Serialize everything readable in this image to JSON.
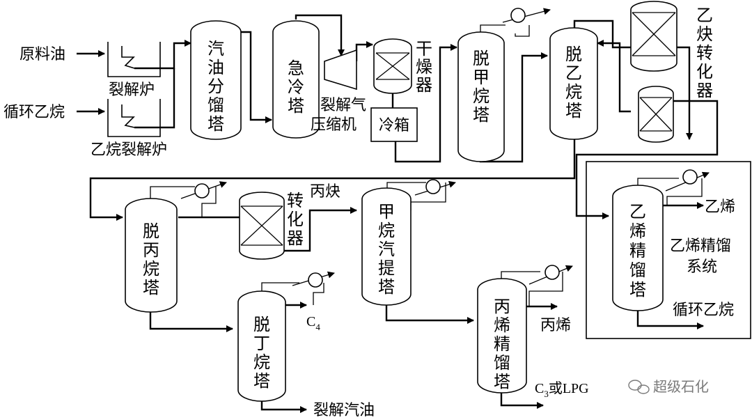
{
  "labels": {
    "feed_oil": "原料油",
    "recycle_ethane": "循环乙烷",
    "cracking_furnace": "裂解炉",
    "ethane_cracking_furnace": "乙烷裂解炉",
    "gasoline_fractionator": "汽油分馏塔",
    "quench_tower": "急冷塔",
    "cracked_gas_compressor_1": "裂解气",
    "cracked_gas_compressor_2": "压缩机",
    "dryer": "干燥器",
    "cold_box": "冷箱",
    "demethanizer": "脱甲烷塔",
    "deethanizer": "脱乙烷塔",
    "acetylene_converter": "乙炔转化器",
    "depropanizer": "脱丙烷塔",
    "converter": "转化器",
    "propyne": "丙炔",
    "methane_stripper": "甲烷汽提塔",
    "debutanizer": "脱丁烷塔",
    "c4_main": "C",
    "c4_sub": "4",
    "cracked_gasoline": "裂解汽油",
    "propylene_fractionator": "丙烯精馏塔",
    "propylene": "丙烯",
    "c3_main": "C",
    "c3_sub": "3",
    "c3_suffix": "或LPG",
    "ethylene_fractionator": "乙烯精馏塔",
    "ethylene": "乙烯",
    "ethylene_system_1": "乙烯精馏",
    "ethylene_system_2": "系统",
    "recycle_ethane_out": "循环乙烷",
    "watermark": "超级石化"
  }
}
